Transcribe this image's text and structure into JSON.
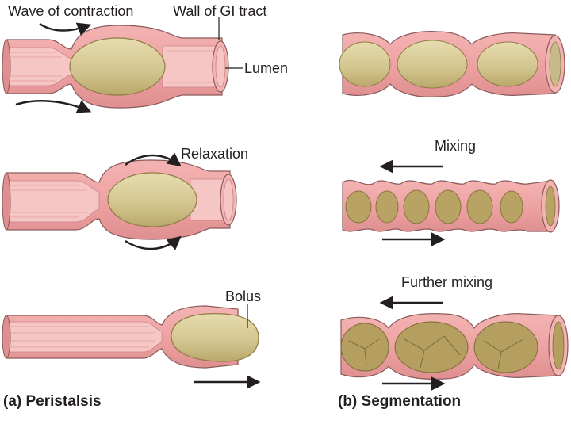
{
  "labels": {
    "wave_of_contraction": "Wave of contraction",
    "wall_of_gi_tract": "Wall of GI tract",
    "lumen": "Lumen",
    "relaxation": "Relaxation",
    "bolus": "Bolus",
    "mixing": "Mixing",
    "further_mixing": "Further mixing"
  },
  "captions": {
    "peristalsis": "(a) Peristalsis",
    "segmentation": "(b) Segmentation"
  },
  "colors": {
    "tube_wall": "#eea3a3",
    "tube_wall_dark": "#d97f80",
    "tube_inner": "#f6c6c4",
    "lumen_fold": "#f2b7b5",
    "bolus": "#d7cc99",
    "bolus_dark": "#b9a86a",
    "chyme_dark": "#9b8650",
    "outline": "#8a5b5b",
    "arrow": "#231f20",
    "text": "#231f20"
  },
  "icons": {
    "arrow": "arrow-icon"
  }
}
